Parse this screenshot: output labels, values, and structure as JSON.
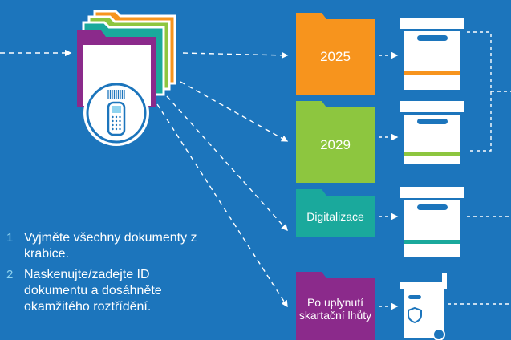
{
  "colors": {
    "background": "#1c75bc",
    "folder_2025": "#f7941d",
    "folder_2029": "#8dc63f",
    "folder_digital": "#1aa99c",
    "folder_shred": "#8b2a8b",
    "box_stripe_orange": "#f7941d",
    "box_stripe_green": "#8dc63f",
    "box_stripe_teal": "#1aa99c",
    "scanner_blue": "#1c75bc"
  },
  "icons": {
    "scanner": "barcode-scanner-icon",
    "box": "archive-box-icon",
    "bin": "shredding-bin-icon"
  },
  "folders": {
    "f2025": "2025",
    "f2029": "2029",
    "digital": "Digitalizace",
    "shred": "Po uplynutí skartační lhůty"
  },
  "steps": [
    {
      "num": "1",
      "text": "Vyjměte všechny dokumenty z krabice."
    },
    {
      "num": "2",
      "text": "Naskenujte/zadejte ID dokumentu a dosáhněte okamžitého roztřídění."
    }
  ]
}
